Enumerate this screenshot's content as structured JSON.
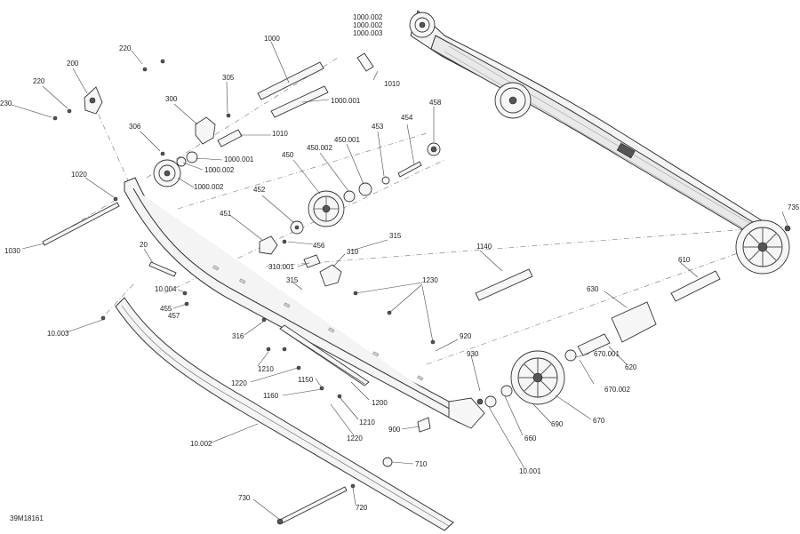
{
  "diagram_code": "39M18161",
  "labels": {
    "l_1000_002_a": "1000.002",
    "l_1000_002_b": "1000.002",
    "l_1000_003": "1000.003",
    "l_220_a": "220",
    "l_1000": "1000",
    "l_200": "200",
    "l_220_b": "220",
    "l_230": "230",
    "l_305": "305",
    "l_1010_a": "1010",
    "l_300": "300",
    "l_1000_001_a": "1000.001",
    "l_458": "458",
    "l_454": "454",
    "l_306": "306",
    "l_1010_b": "1010",
    "l_453": "453",
    "l_450_002": "450.002",
    "l_450_001": "450.001",
    "l_1000_001_b": "1000.001",
    "l_450": "450",
    "l_1000_002_c": "1000.002",
    "l_1000_002_d": "1000.002",
    "l_1020": "1020",
    "l_452": "452",
    "l_735": "735",
    "l_451": "451",
    "l_456": "456",
    "l_1030": "1030",
    "l_20": "20",
    "l_315_a": "315",
    "l_310": "310",
    "l_1140": "1140",
    "l_610": "610",
    "l_310_001": "310.001",
    "l_315_b": "315",
    "l_10_004": "10.004",
    "l_1230": "1230",
    "l_630": "630",
    "l_455": "455",
    "l_457": "457",
    "l_10_003": "10.003",
    "l_316": "316",
    "l_920": "920",
    "l_930": "930",
    "l_670_001": "670.001",
    "l_620": "620",
    "l_1210_a": "1210",
    "l_670_002": "670.002",
    "l_1220_a": "1220",
    "l_1150": "1150",
    "l_1160": "1160",
    "l_1200": "1200",
    "l_670": "670",
    "l_690": "690",
    "l_1210_b": "1210",
    "l_900": "900",
    "l_660": "660",
    "l_1220_b": "1220",
    "l_10_002": "10.002",
    "l_10_001": "10.001",
    "l_710": "710",
    "l_730": "730",
    "l_720": "720"
  }
}
